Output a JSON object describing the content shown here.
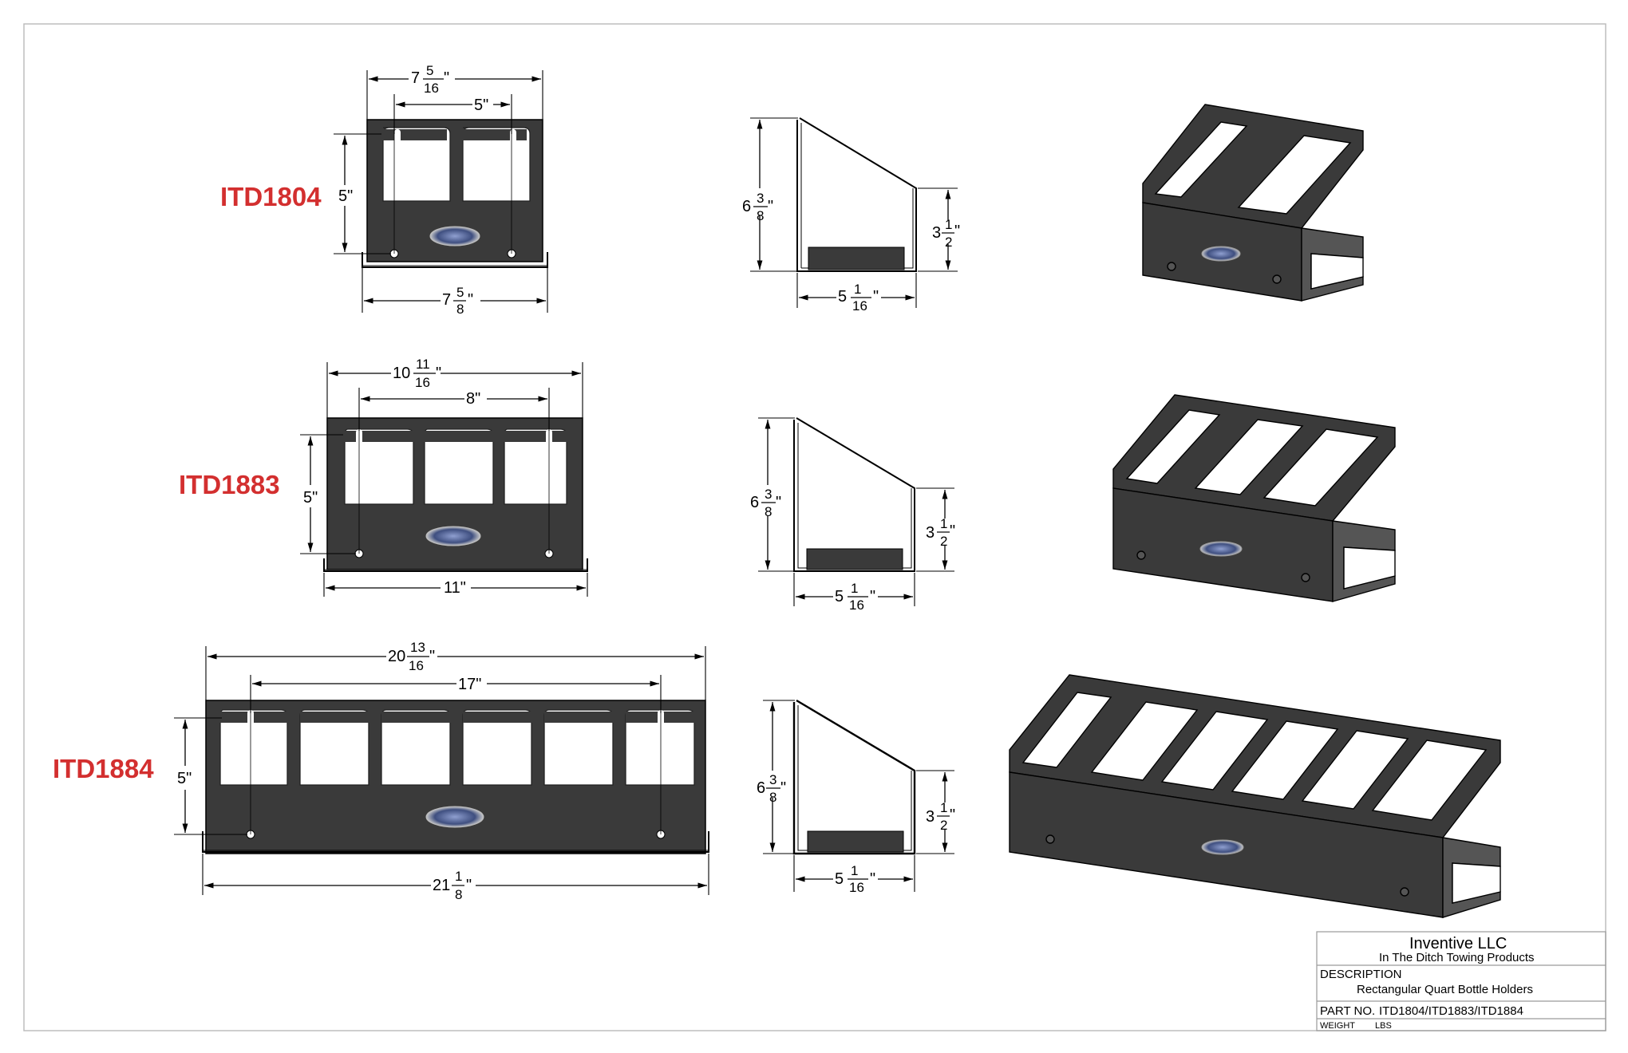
{
  "models": [
    {
      "name": "ITD1804",
      "front": {
        "overall_top": {
          "whole": "7",
          "num": "5",
          "den": "16"
        },
        "hole_spacing": "5\"",
        "height": "5\"",
        "overall_bottom": {
          "whole": "7",
          "num": "5",
          "den": "8"
        }
      },
      "side": {
        "height": {
          "whole": "6",
          "num": "3",
          "den": "8"
        },
        "front_height": {
          "whole": "3",
          "num": "1",
          "den": "2"
        },
        "depth": {
          "whole": "5",
          "num": "1",
          "den": "16"
        }
      }
    },
    {
      "name": "ITD1883",
      "front": {
        "overall_top": {
          "whole": "10",
          "num": "11",
          "den": "16"
        },
        "hole_spacing": "8\"",
        "height": "5\"",
        "overall_bottom": "11\""
      },
      "side": {
        "height": {
          "whole": "6",
          "num": "3",
          "den": "8"
        },
        "front_height": {
          "whole": "3",
          "num": "1",
          "den": "2"
        },
        "depth": {
          "whole": "5",
          "num": "1",
          "den": "16"
        }
      }
    },
    {
      "name": "ITD1884",
      "front": {
        "overall_top": {
          "whole": "20",
          "num": "13",
          "den": "16"
        },
        "hole_spacing": "17\"",
        "height": "5\"",
        "overall_bottom": {
          "whole": "21",
          "num": "1",
          "den": "8"
        }
      },
      "side": {
        "height": {
          "whole": "6",
          "num": "3",
          "den": "8"
        },
        "front_height": {
          "whole": "3",
          "num": "1",
          "den": "2"
        },
        "depth": {
          "whole": "5",
          "num": "1",
          "den": "16"
        }
      }
    }
  ],
  "title_block": {
    "company": "Inventive LLC",
    "subtitle": "In The Ditch Towing Products",
    "description_label": "DESCRIPTION",
    "description": "Rectangular Quart Bottle Holders",
    "part_no_label": "PART  NO.",
    "part_no": "ITD1804/ITD1883/ITD1884",
    "weight_label": "WEIGHT",
    "weight_unit": "LBS"
  },
  "colors": {
    "model_label": "#d32f2f",
    "metal": "#3a3a3a",
    "line": "#000000",
    "badge": "#4a5a8a"
  }
}
